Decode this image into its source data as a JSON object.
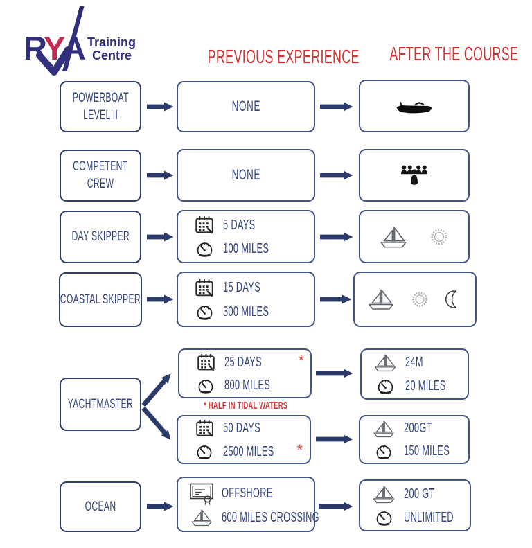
{
  "logo": {
    "letter_r": "R",
    "letter_y": "Y",
    "letter_a": "A",
    "training": "Training",
    "centre": "Centre"
  },
  "headers": {
    "previous": "PREVIOUS EXPERIENCE",
    "after": "AFTER THE COURSE"
  },
  "courses": {
    "powerboat": {
      "line1": "POWERBOAT",
      "line2": "LEVEL II",
      "experience": "NONE"
    },
    "competent_crew": {
      "line1": "COMPETENT",
      "line2": "CREW",
      "experience": "NONE"
    },
    "day_skipper": {
      "label": "DAY SKIPPER",
      "exp_days": "5 DAYS",
      "exp_miles": "100 MILES"
    },
    "coastal_skipper": {
      "label": "COASTAL SKIPPER",
      "exp_days": "15 DAYS",
      "exp_miles": "300 MILES"
    },
    "yachtmaster": {
      "label": "YACHTMASTER",
      "asterisk": "*",
      "note": "* HALF IN TIDAL WATERS",
      "branch_top_days": "25 DAYS",
      "branch_top_miles": "800 MILES",
      "branch_top_after_length": "24M",
      "branch_top_after_range": "20 MILES",
      "branch_bottom_days": "50 DAYS",
      "branch_bottom_miles": "2500 MILES",
      "branch_bottom_after_tonnage": "200GT",
      "branch_bottom_after_range": "150 MILES"
    },
    "ocean": {
      "label": "OCEAN",
      "exp_certificate": "OFFSHORE",
      "exp_crossing": "600 MILES CROSSING",
      "after_tonnage": "200 GT",
      "after_range": "UNLIMITED"
    }
  },
  "colors": {
    "navy": "#2b3a69",
    "box_border": "#44538a",
    "red": "#d23434",
    "logo_navy": "#312e7c",
    "logo_red": "#c22a50"
  },
  "icons": [
    "calendar-icon",
    "speedometer-icon",
    "sailboat-icon",
    "sun-icon",
    "moon-icon",
    "powerboat-icon",
    "crew-icon",
    "certificate-icon"
  ]
}
